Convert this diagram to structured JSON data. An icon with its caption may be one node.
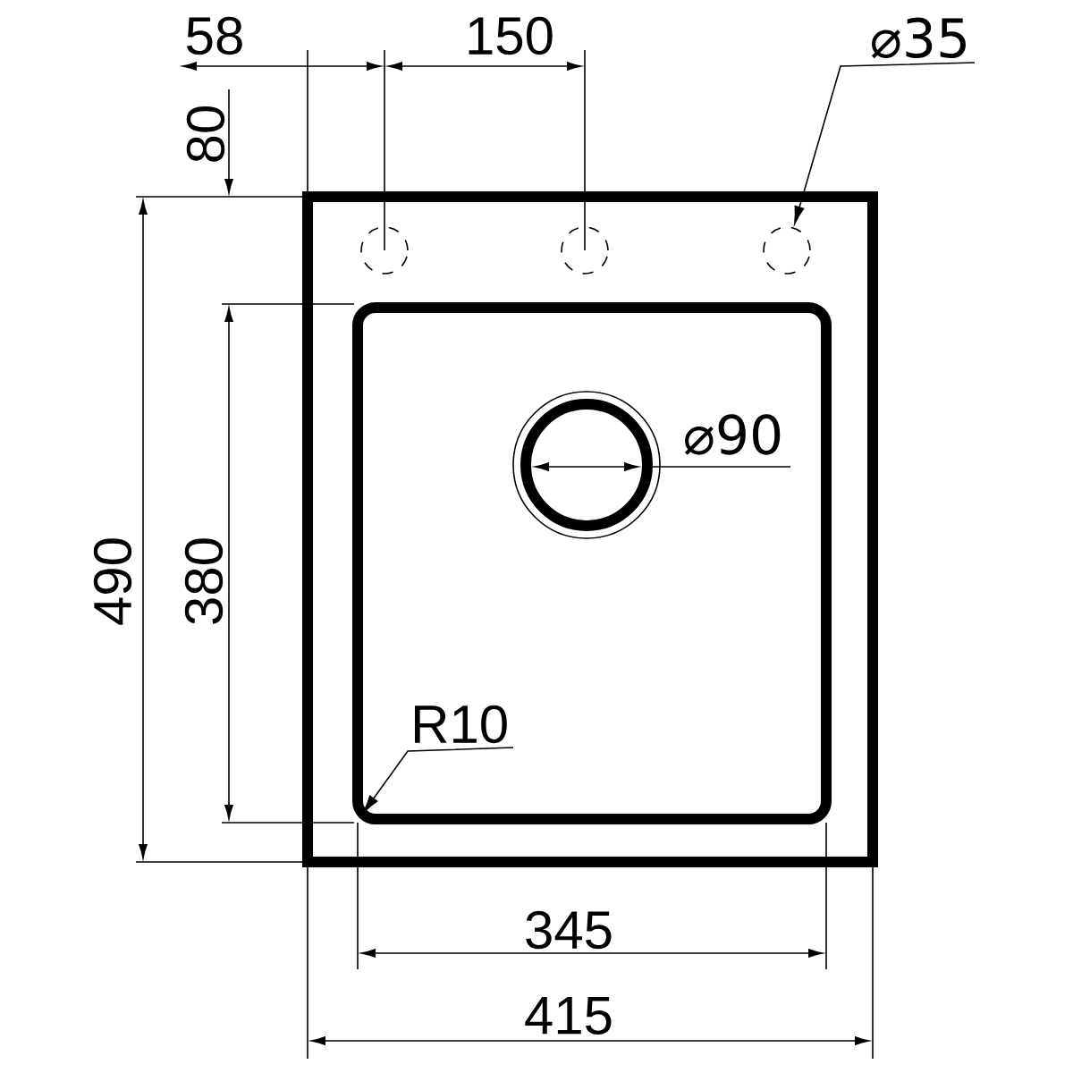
{
  "diagram": {
    "nodes": [
      {
        "text": [],
        "shape": "circle"
      },
      {
        "text": [],
        "shape": "circle"
      },
      {
        "text": [],
        "shape": "circle"
      },
      {
        "text": [
          "⌀35"
        ]
      },
      {
        "text": [
          "R10"
        ]
      }
    ],
    "edges": [
      {
        "from": 3,
        "to": 2,
        "arrow": "to"
      },
      {
        "from": 4,
        "to": null,
        "arrow": "to"
      }
    ],
    "labels": [
      "58",
      "150",
      "80",
      "⌀90",
      "490",
      "380",
      "345",
      "415"
    ]
  }
}
